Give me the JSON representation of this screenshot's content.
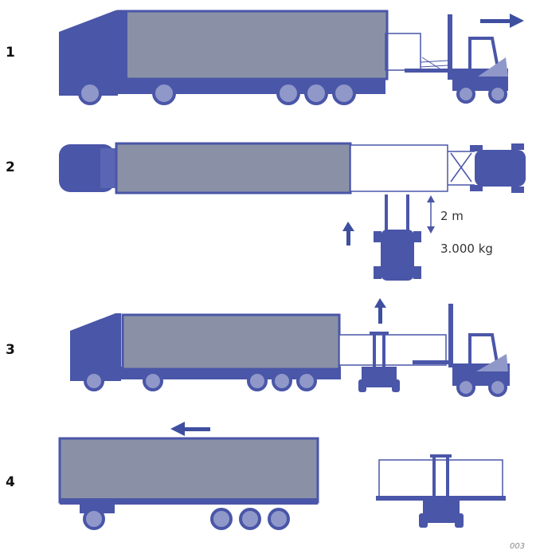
{
  "steps": [
    {
      "number": "1"
    },
    {
      "number": "2"
    },
    {
      "number": "3"
    },
    {
      "number": "4"
    }
  ],
  "annotations": {
    "lift_height": "2 m",
    "lift_capacity": "3.000 kg"
  },
  "figure_ref": "003",
  "colors": {
    "truck_blue": "#4a56a8",
    "trailer_grey": "#8a91a6",
    "wheel_fill": "#8f98c9",
    "arrow_blue": "#3e4fa0",
    "container_outline": "#4a56a8"
  },
  "icons": [
    "truck-icon",
    "trailer-icon",
    "forklift-icon",
    "container-icon",
    "direction-arrow-icon"
  ]
}
